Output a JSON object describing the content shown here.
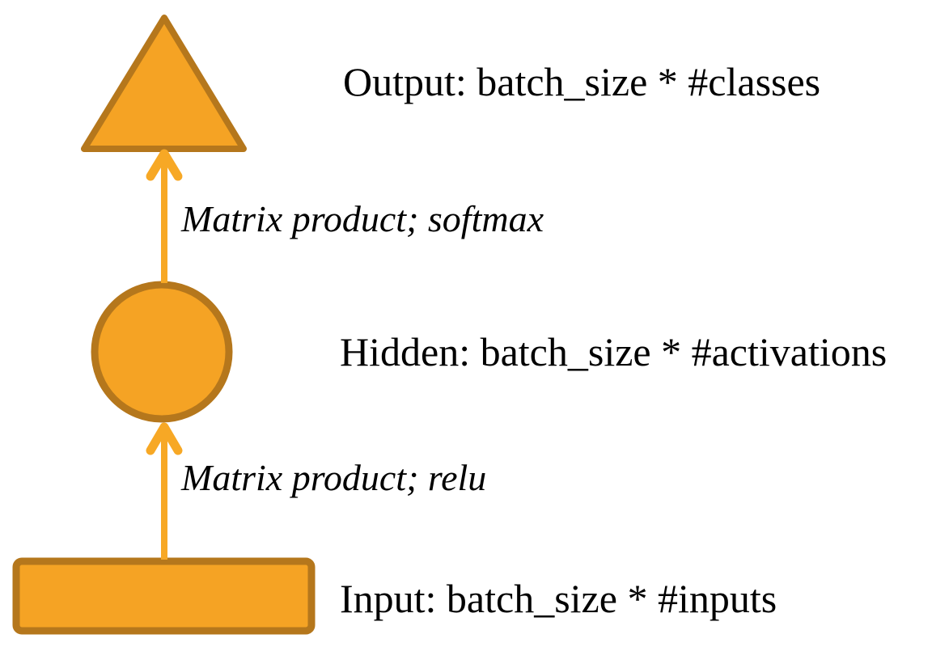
{
  "diagram": {
    "title": "Feed-forward network shapes diagram",
    "colors": {
      "background": "#ffffff",
      "shape_fill": "#F5A324",
      "shape_stroke": "#B5771C",
      "arrow": "#F7A825",
      "text": "#000000"
    },
    "nodes": [
      {
        "id": "output",
        "shape": "triangle",
        "label": "Output: batch_size * #classes"
      },
      {
        "id": "hidden",
        "shape": "circle",
        "label": "Hidden: batch_size * #activations"
      },
      {
        "id": "input",
        "shape": "rectangle",
        "label": "Input: batch_size * #inputs"
      }
    ],
    "edges": [
      {
        "from": "input",
        "to": "hidden",
        "label": "Matrix product; relu"
      },
      {
        "from": "hidden",
        "to": "output",
        "label": "Matrix product; softmax"
      }
    ]
  }
}
